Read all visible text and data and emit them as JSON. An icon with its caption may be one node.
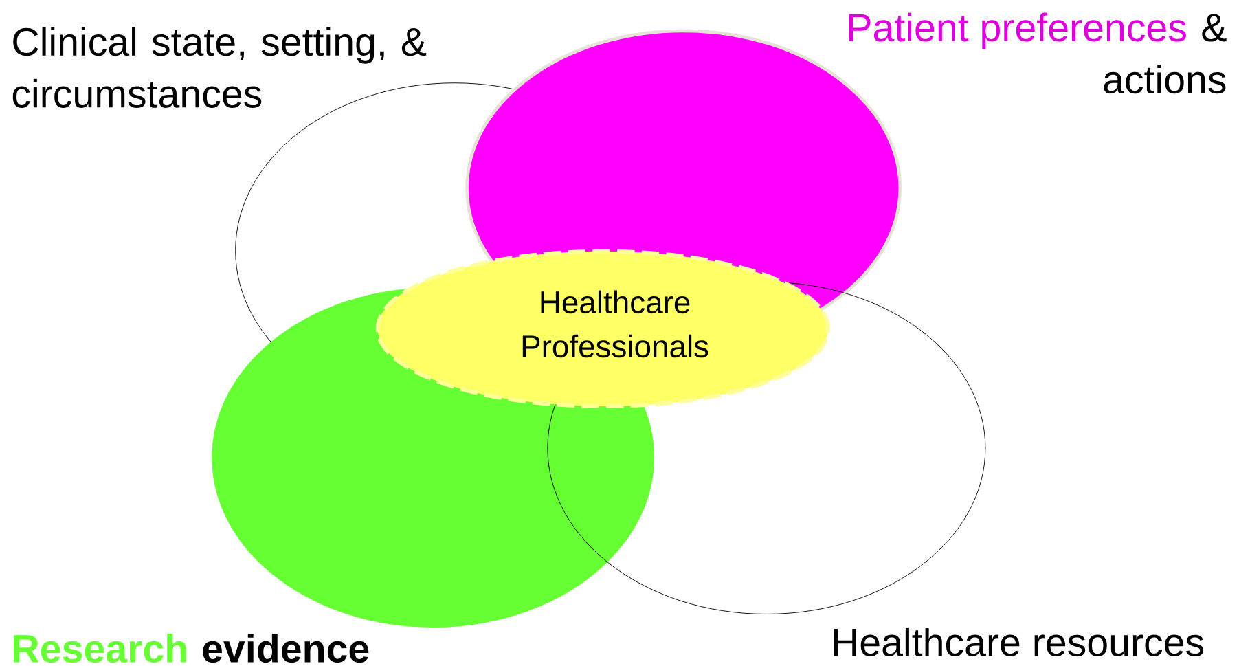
{
  "diagram": {
    "nodes": [
      {
        "text": [
          "Clinical state, setting, & circumstances"
        ]
      },
      {
        "text": [
          "Patient preferences",
          "& actions"
        ]
      },
      {
        "text": [
          "Research",
          "evidence"
        ]
      },
      {
        "text": [
          "Healthcare resources"
        ]
      },
      {
        "text": [
          "Healthcare Professionals"
        ]
      }
    ]
  }
}
